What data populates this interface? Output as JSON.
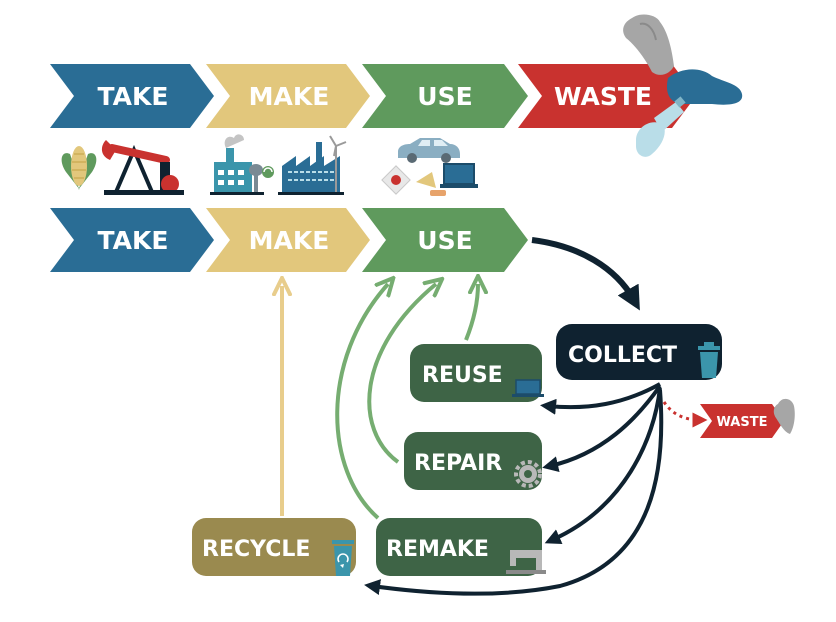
{
  "colors": {
    "take": "#2a6d95",
    "make": "#e2c77c",
    "use": "#5f9a5d",
    "waste": "#c9322f",
    "collect": "#0f2230",
    "loop_box": "#3e6446",
    "recycle": "#9a8a4f",
    "arrow_dark": "#0f2230",
    "arrow_green": "#76ad71",
    "arrow_tan": "#e8cd8c"
  },
  "linear": {
    "take": "TAKE",
    "make": "MAKE",
    "use": "USE",
    "waste": "WASTE"
  },
  "circular": {
    "take": "TAKE",
    "make": "MAKE",
    "use": "USE"
  },
  "loop": {
    "collect": "COLLECT",
    "reuse": "REUSE",
    "repair": "REPAIR",
    "remake": "REMAKE",
    "recycle": "RECYCLE",
    "waste": "WASTE"
  },
  "icons": [
    "corn-icon",
    "oil-pump-icon",
    "factory-icon",
    "industrial-plant-icon",
    "car-icon",
    "laptop-icon",
    "food-icon",
    "trash-bin-icon",
    "gear-icon",
    "sewing-machine-icon",
    "recycle-bin-icon",
    "plastic-bag-icon",
    "shoe-icon",
    "bottle-icon"
  ]
}
